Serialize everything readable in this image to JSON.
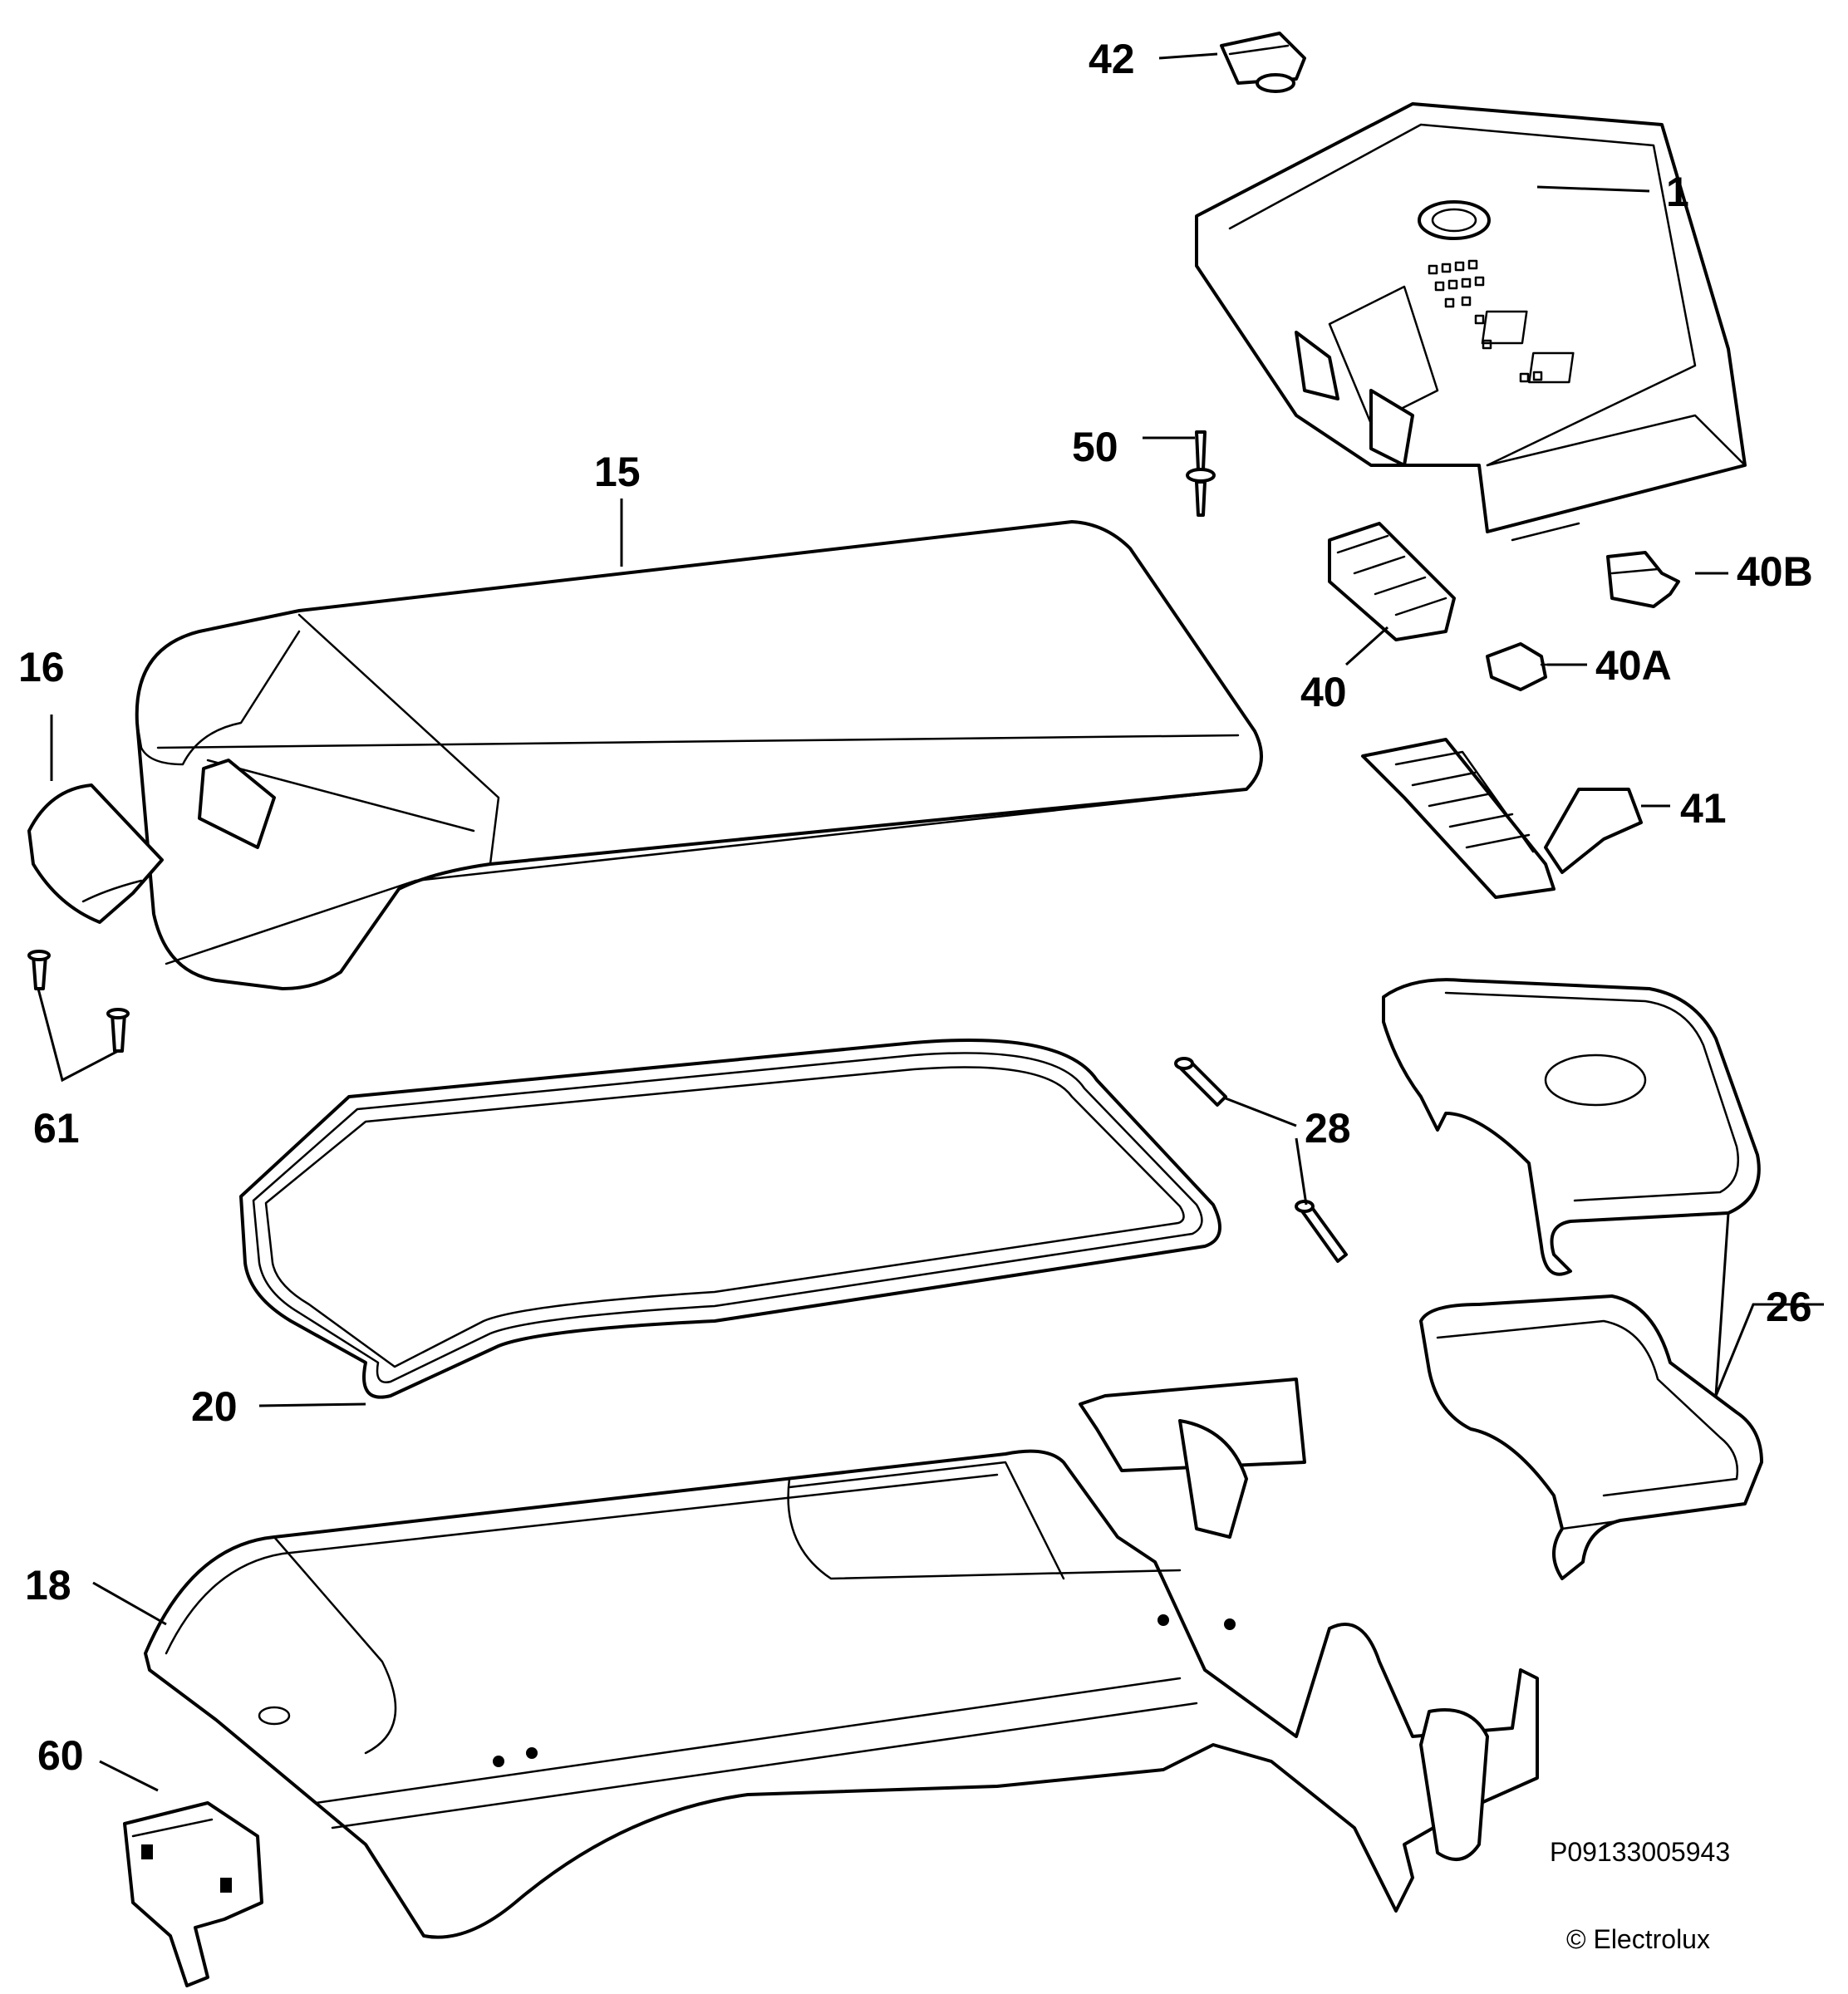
{
  "diagram": {
    "labels": {
      "p42": "42",
      "p1": "1",
      "p50": "50",
      "p15": "15",
      "p40b": "40B",
      "p16": "16",
      "p40": "40",
      "p40a": "40A",
      "p41": "41",
      "p61": "61",
      "p28": "28",
      "p26": "26",
      "p20": "20",
      "p18": "18",
      "p60": "60"
    },
    "code": "P09133005943",
    "copyright": "© Electrolux"
  }
}
